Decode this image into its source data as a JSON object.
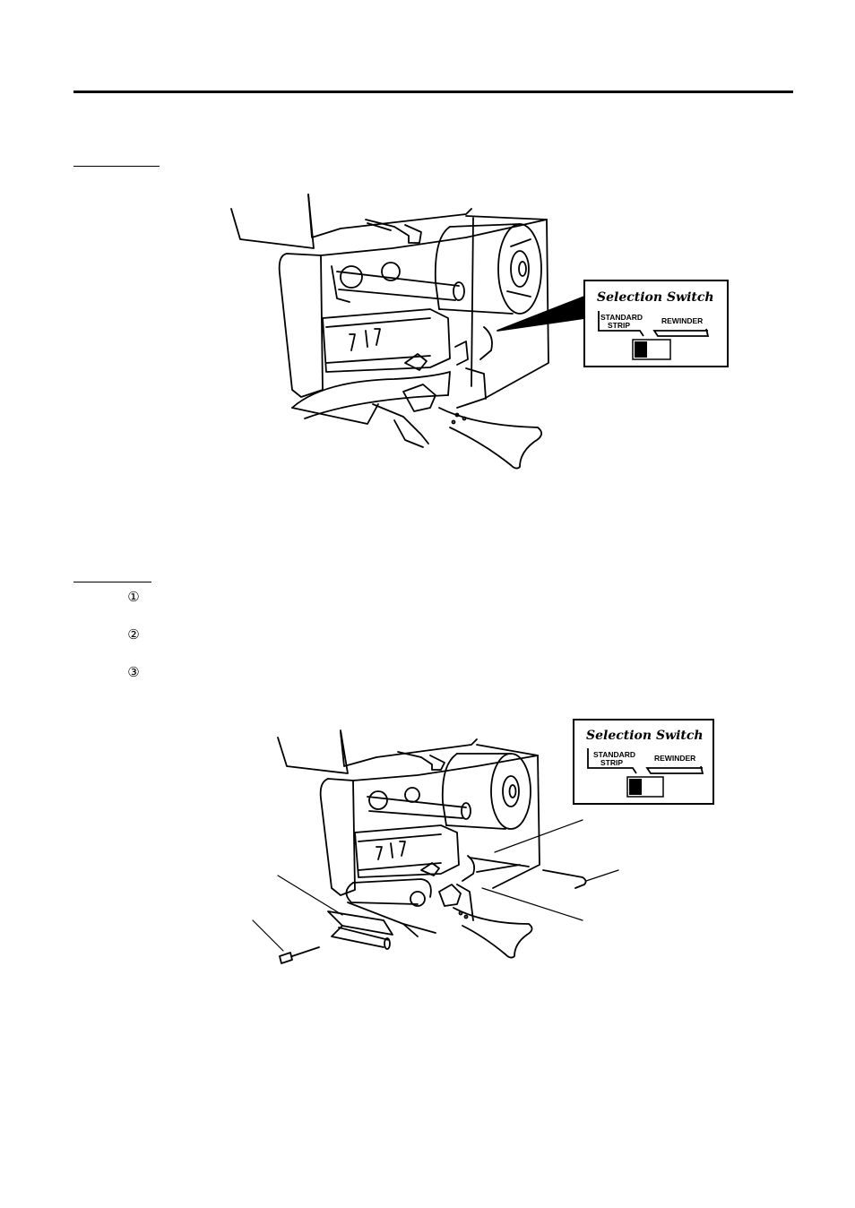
{
  "section_1": {
    "figure": {
      "switch_box": {
        "title": "Selection Switch",
        "left_label_line1": "STANDARD",
        "left_label_line2": "STRIP",
        "right_label": "REWINDER",
        "switch_position": "left"
      }
    }
  },
  "section_2": {
    "steps": [
      {
        "marker": "①"
      },
      {
        "marker": "②"
      },
      {
        "marker": "③"
      }
    ],
    "figure": {
      "switch_box": {
        "title": "Selection Switch",
        "left_label_line1": "STANDARD",
        "left_label_line2": "STRIP",
        "right_label": "REWINDER",
        "switch_position": "left"
      }
    }
  }
}
